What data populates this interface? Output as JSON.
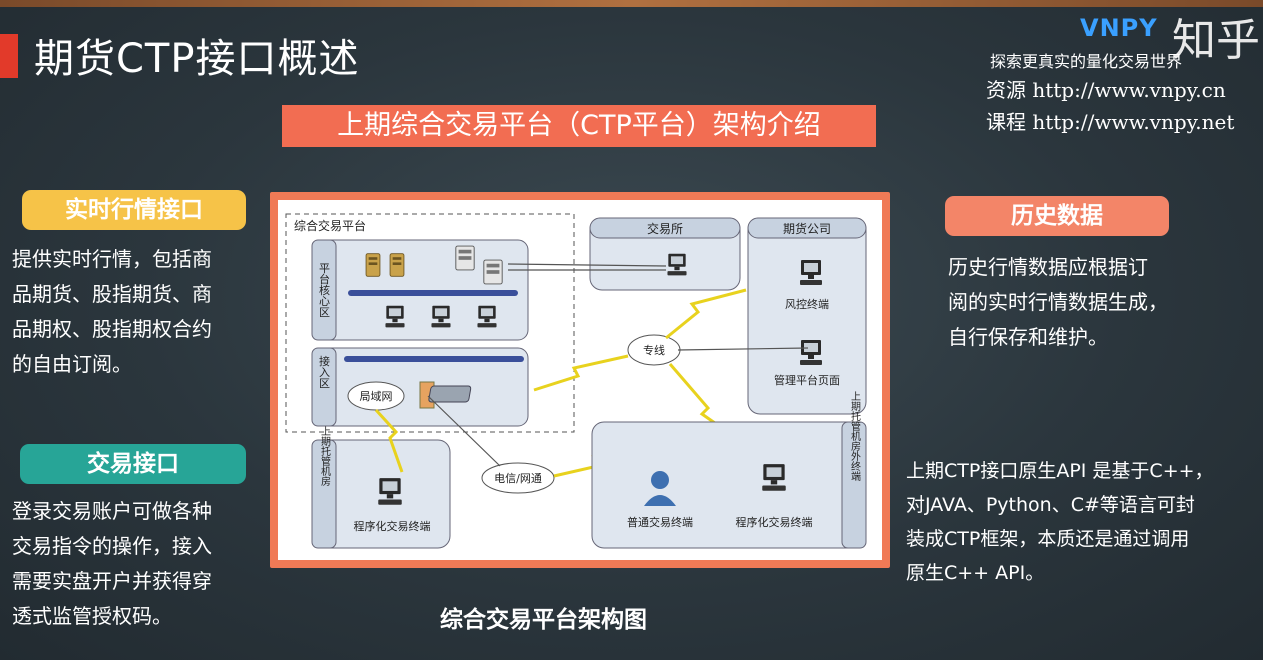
{
  "slide": {
    "title": "期货CTP接口概述",
    "banner": "上期综合交易平台（CTP平台）架构介绍",
    "caption": "综合交易平台架构图"
  },
  "branding": {
    "logo": "VNPY",
    "zhihu": "知乎",
    "slogan": "探索更真实的量化交易世界",
    "resource_line": "资源 http://www.vnpy.cn",
    "course_line": "课程 http://www.vnpy.net"
  },
  "left": {
    "market": {
      "label": "实时行情接口",
      "lines": [
        "提供实时行情，包括商",
        "品期货、股指期货、商",
        "品期权、股指期权合约",
        "的自由订阅。"
      ]
    },
    "trade": {
      "label": "交易接口",
      "lines": [
        "登录交易账户可做各种",
        "交易指令的操作，接入",
        "需要实盘开户并获得穿",
        "透式监管授权码。"
      ]
    }
  },
  "right": {
    "history": {
      "label": "历史数据",
      "lines": [
        "历史行情数据应根据订",
        "阅的实时行情数据生成，",
        "自行保存和维护。"
      ]
    },
    "api_lines": [
      "上期CTP接口原生API 是基于C++，",
      "对JAVA、Python、C#等语言可封",
      "装成CTP框架，本质还是通过调用",
      "原生C++ API。"
    ]
  },
  "diagram": {
    "platform": "综合交易平台",
    "core_zone": "平台核心区",
    "access_zone": "接入区",
    "lan": "局域网",
    "exchange": "交易所",
    "broker": "期货公司",
    "risk_terminal": "风控终端",
    "admin_page": "管理平台页面",
    "dedicated_line": "专线",
    "telecom": "电信/网通",
    "hosted_left": "上期托管机房",
    "hosted_right": "上期托管机房外终端",
    "prog_terminal": "程序化交易终端",
    "normal_terminal": "普通交易终端"
  },
  "colors": {
    "title_mark": "#e23a2a",
    "banner": "#f26d52",
    "market_pill": "#f6c348",
    "trade_pill": "#27a597",
    "history_pill": "#f38568",
    "brand": "#3aa0ff",
    "zone_fill": "#dfe6ef"
  }
}
